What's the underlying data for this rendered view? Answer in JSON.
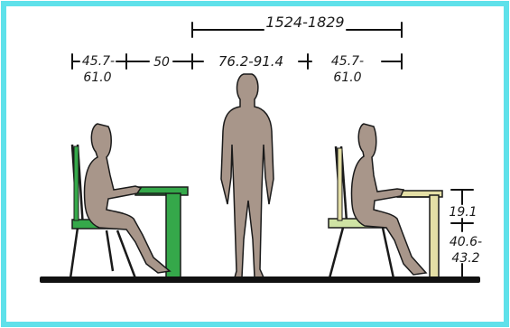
{
  "diagram": {
    "frame_color": "#5fe1ea",
    "figure_fill": "#a8968a",
    "chair_green": "#35a84a",
    "desk_yellow": "#e4dfa6",
    "dimensions": {
      "overall_span": "1524-1829",
      "left_zone_line1": "45.7-",
      "left_zone_line2": "61.0",
      "gap_zone": "50",
      "circulation_zone": "76.2-91.4",
      "right_zone_line1": "45.7-",
      "right_zone_line2": "61.0",
      "desk_clearance": "19.1",
      "seat_height_line1": "40.6-",
      "seat_height_line2": "43.2"
    }
  }
}
